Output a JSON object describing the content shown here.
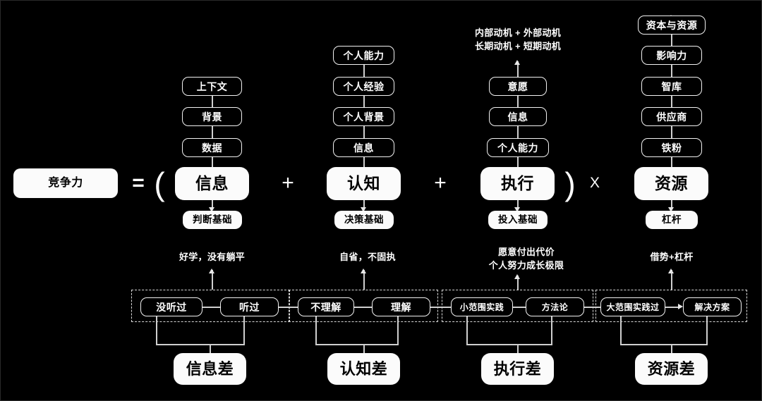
{
  "diagram": {
    "title_box": {
      "label": "竞争力"
    },
    "operators": {
      "equals": "=",
      "open_paren": "(",
      "plus1": "+",
      "plus2": "+",
      "close_paren": ")",
      "times": "X"
    },
    "columns": [
      {
        "id": "information",
        "main": "信息",
        "stack_up": [
          "数据",
          "背景",
          "上下文"
        ],
        "below": "判断基础",
        "top_note": "",
        "bottom_annotation": "好学，没有躺平",
        "pair": {
          "left": "没听过",
          "right": "听过",
          "arrow_between": false
        },
        "gap_box": "信息差"
      },
      {
        "id": "cognition",
        "main": "认知",
        "stack_up": [
          "信息",
          "个人背景",
          "个人经验",
          "个人能力"
        ],
        "below": "决策基础",
        "top_note": "",
        "bottom_annotation": "自省，不固执",
        "pair": {
          "left": "不理解",
          "right": "理解",
          "arrow_between": false
        },
        "gap_box": "认知差"
      },
      {
        "id": "execution",
        "main": "执行",
        "stack_up": [
          "个人能力",
          "信息",
          "意愿"
        ],
        "below": "投入基础",
        "top_note": "内部动机 + 外部动机\n长期动机 + 短期动机",
        "bottom_annotation": "愿意付出代价\n个人努力成长极限",
        "pair": {
          "left": "小范围实践",
          "right": "方法论",
          "arrow_between": false
        },
        "gap_box": "执行差"
      },
      {
        "id": "resource",
        "main": "资源",
        "stack_up": [
          "铁粉",
          "供应商",
          "智库",
          "影响力",
          "资本与资源"
        ],
        "below": "杠杆",
        "top_note": "",
        "bottom_annotation": "借势+杠杆",
        "pair": {
          "left": "大范围实践过",
          "right": "解决方案",
          "arrow_between": true
        },
        "gap_box": "资源差"
      }
    ],
    "colors": {
      "background": "#000000",
      "box_fill_light": "#fbfbfb",
      "box_fill_dark": "#000000",
      "stroke": "#f2f2f2",
      "connector": "#cfcfcf",
      "text_on_dark": "#ffffff",
      "text_on_light": "#000000"
    }
  }
}
